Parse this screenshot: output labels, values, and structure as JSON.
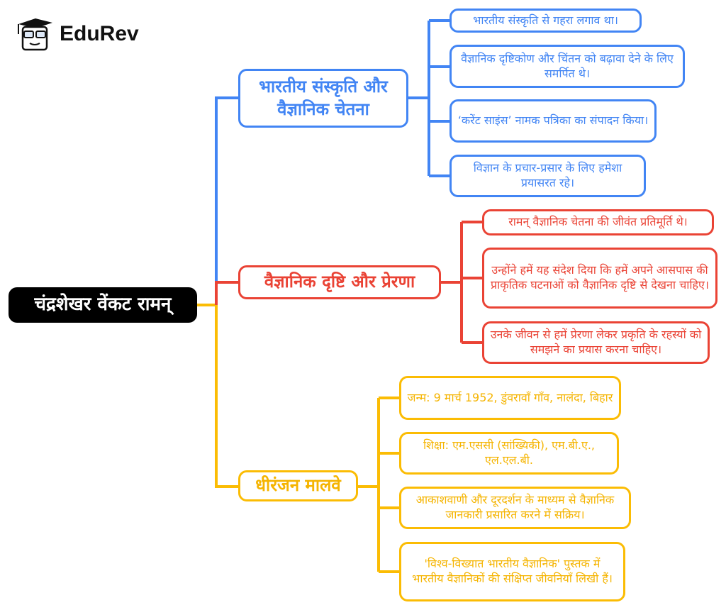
{
  "logo": {
    "text": "EduRev"
  },
  "colors": {
    "blue": "#4285F4",
    "red": "#EA4335",
    "yellow": "#FBBC04",
    "root": "#000000"
  },
  "root": {
    "label": "चंद्रशेखर वेंकट रामन्"
  },
  "branches": [
    {
      "label": "भारतीय संस्कृति और वैज्ञानिक चेतना",
      "leaves": [
        "भारतीय संस्कृति से गहरा लगाव था।",
        "वैज्ञानिक दृष्टिकोण और चिंतन को बढ़ावा देने के लिए समर्पित थे।",
        "‘करेंट साइंस’ नामक पत्रिका का संपादन किया।",
        "विज्ञान के प्रचार-प्रसार के लिए हमेशा प्रयासरत रहे।"
      ]
    },
    {
      "label": "वैज्ञानिक दृष्टि और प्रेरणा",
      "leaves": [
        "रामन् वैज्ञानिक चेतना की जीवंत प्रतिमूर्ति थे।",
        "उन्होंने हमें यह संदेश दिया कि हमें अपने आसपास की प्राकृतिक घटनाओं को वैज्ञानिक दृष्टि से देखना चाहिए।",
        "उनके जीवन से हमें प्रेरणा लेकर प्रकृति के रहस्यों को समझने का प्रयास करना चाहिए।"
      ]
    },
    {
      "label": "धीरंजन मालवे",
      "leaves": [
        "जन्म: 9 मार्च 1952, डुंवरावाँ गाँव, नालंदा, बिहार",
        "शिक्षा: एम.एससी (सांख्यिकी), एम.बी.ए., एल.एल.बी.",
        "आकाशवाणी और दूरदर्शन के माध्यम से वैज्ञानिक जानकारी प्रसारित करने में सक्रिय।",
        "'विश्व-विख्यात भारतीय वैज्ञानिक' पुस्तक में भारतीय वैज्ञानिकों की संक्षिप्त जीवनियाँ लिखी हैं।"
      ]
    }
  ]
}
